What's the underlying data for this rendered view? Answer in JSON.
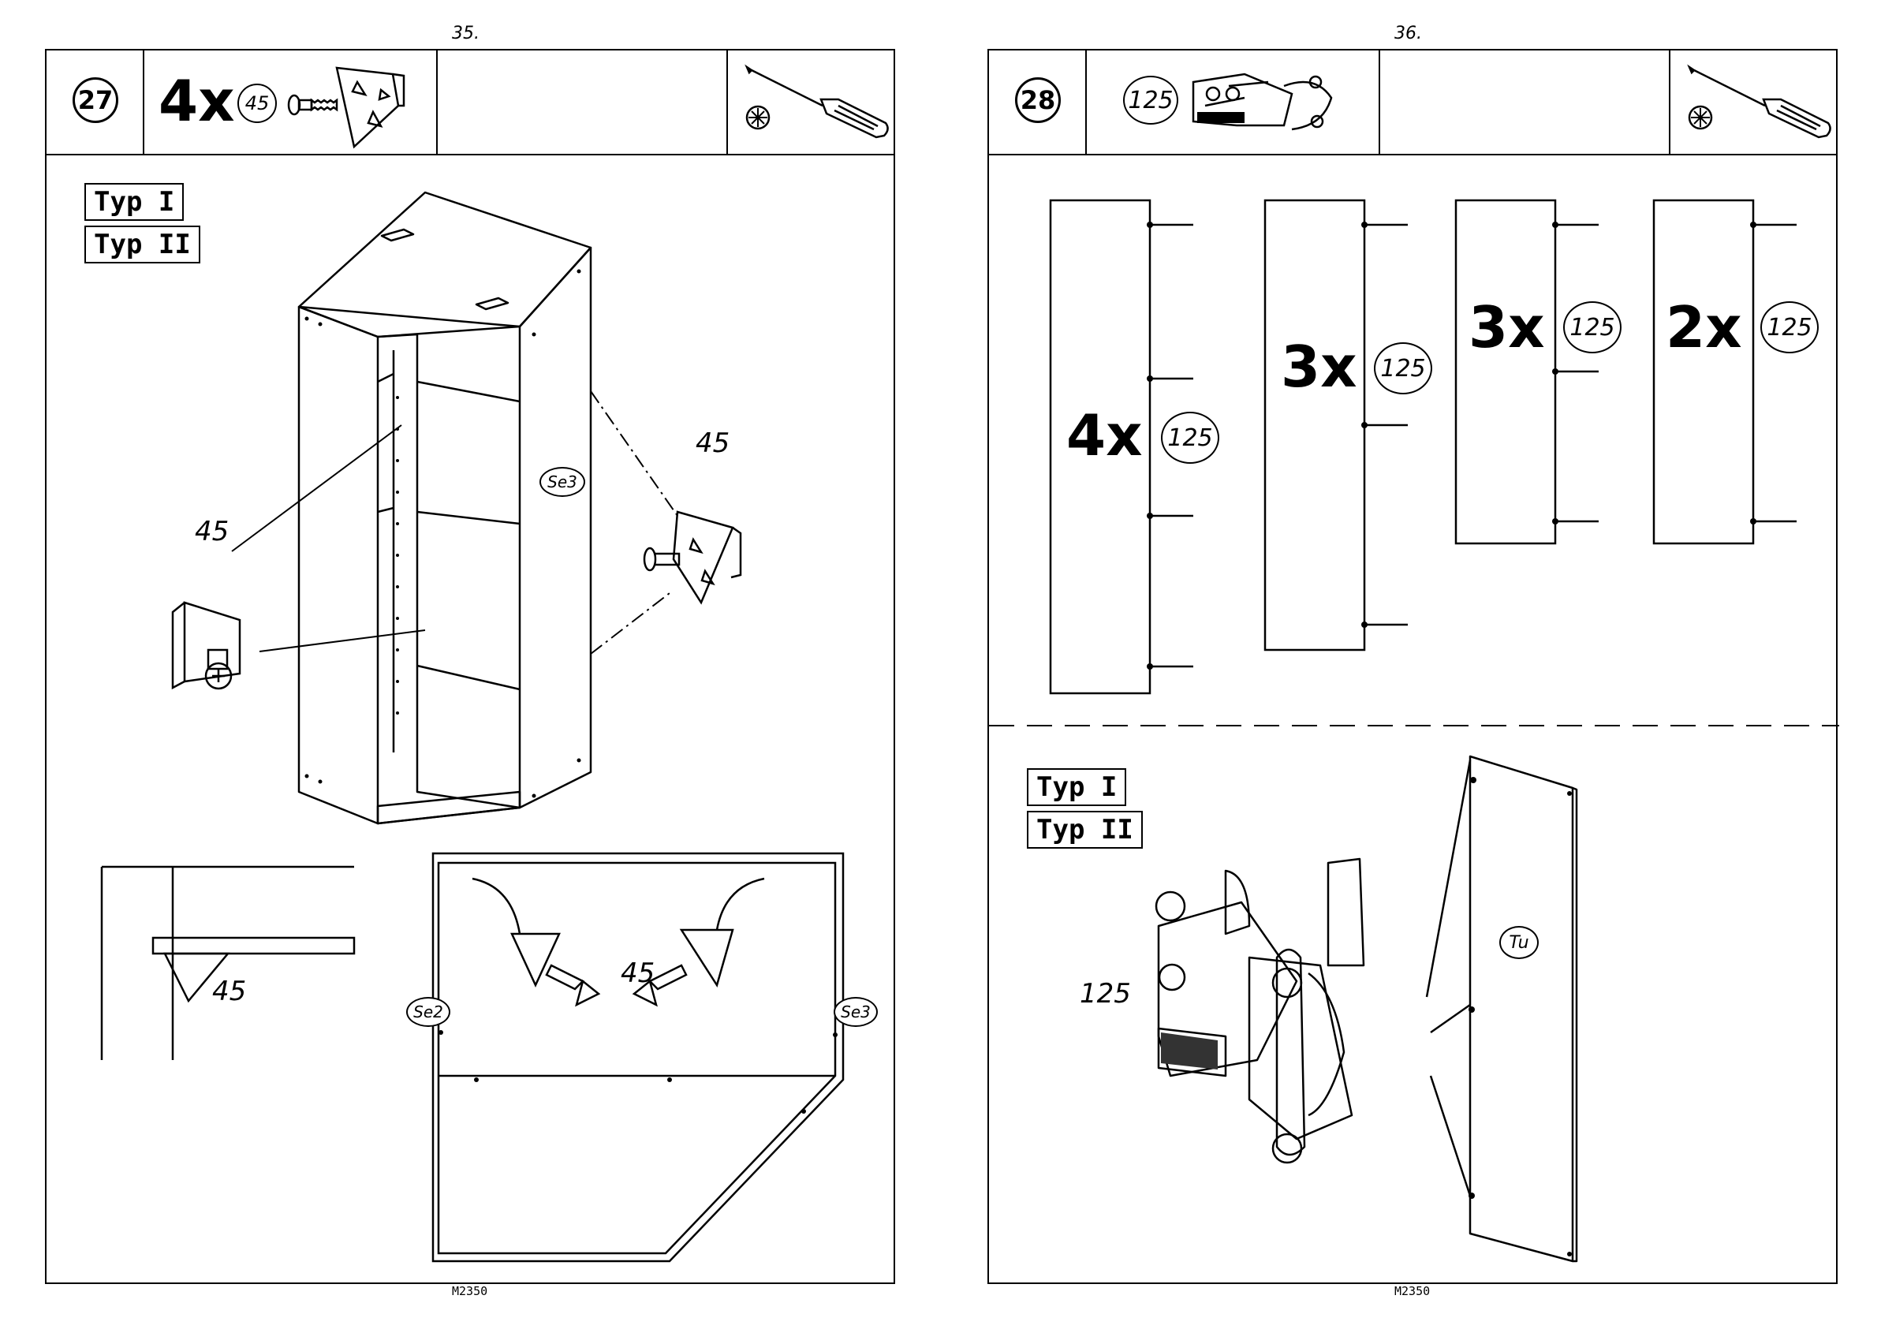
{
  "left_page": {
    "page_number": "35.",
    "step_number": "27",
    "quantity": "4x",
    "part_id": "45",
    "typ_labels": [
      "Typ I",
      "Typ II"
    ],
    "cabinet_side_label": "Se3",
    "callout_part_labels": [
      "45",
      "45",
      "45",
      "45"
    ],
    "detail_side_labels": [
      "Se2",
      "Se3"
    ],
    "footer": "M2350"
  },
  "right_page": {
    "page_number": "36.",
    "step_number": "28",
    "part_id": "125",
    "panels": [
      {
        "quantity": "4x",
        "part_id": "125",
        "hinges": 4
      },
      {
        "quantity": "3x",
        "part_id": "125",
        "hinges": 3
      },
      {
        "quantity": "3x",
        "part_id": "125",
        "hinges": 3
      },
      {
        "quantity": "2x",
        "part_id": "125",
        "hinges": 2
      }
    ],
    "typ_labels": [
      "Typ I",
      "Typ II"
    ],
    "hinge_label": "125",
    "door_label": "Tu",
    "footer": "M2350"
  },
  "icons": [
    "screwdriver-icon",
    "phillips-screw-head-icon"
  ]
}
